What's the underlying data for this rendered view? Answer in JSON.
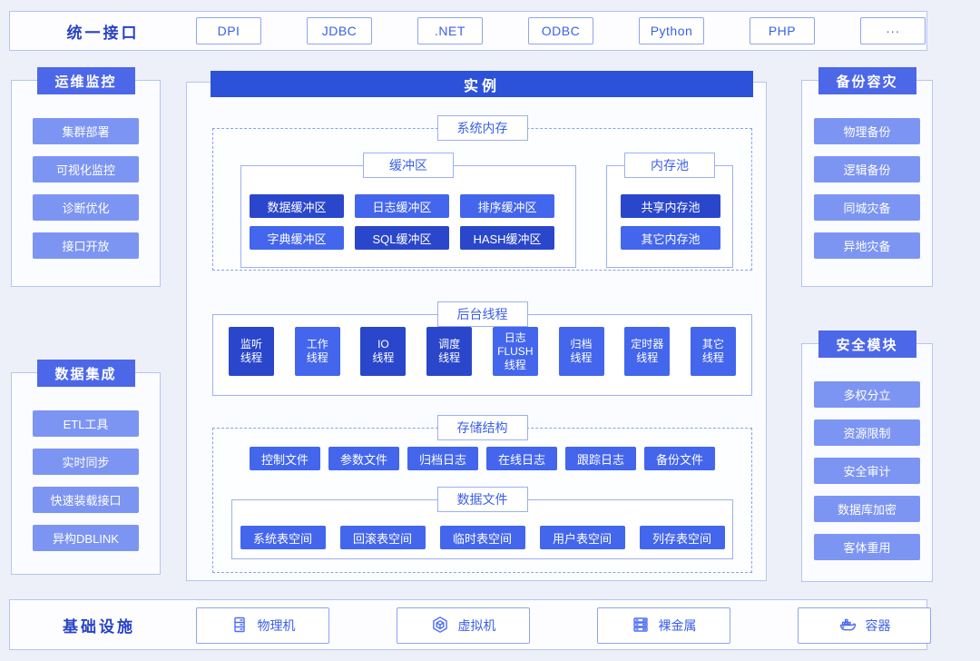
{
  "colors": {
    "bg": "#edf0f8",
    "bar-bg": "#fdfdff",
    "panel-bg": "#fbfcff",
    "panel-border": "#b7c4f1",
    "outline-border": "#8fa4ef",
    "blue-text": "#3b5fe8",
    "title-text": "#2743c4",
    "tab-bg": "#4c68e8",
    "instance-bg": "#2b52d8",
    "item-light": "#7d95f2",
    "block-mid": "#4366ec",
    "block-dark": "#2a47cb",
    "dashed-border": "#8aa0f0",
    "label-border": "#9db0f0"
  },
  "top_bar": {
    "title": "统一接口",
    "buttons": [
      "DPI",
      "JDBC",
      ".NET",
      "ODBC",
      "Python",
      "PHP",
      "···"
    ]
  },
  "panels": {
    "ops": {
      "title": "运维监控",
      "items": [
        "集群部署",
        "可视化监控",
        "诊断优化",
        "接口开放"
      ]
    },
    "integration": {
      "title": "数据集成",
      "items": [
        "ETL工具",
        "实时同步",
        "快速装载接口",
        "异构DBLINK"
      ]
    },
    "backup": {
      "title": "备份容灾",
      "items": [
        "物理备份",
        "逻辑备份",
        "同城灾备",
        "异地灾备"
      ]
    },
    "security": {
      "title": "安全模块",
      "items": [
        "多权分立",
        "资源限制",
        "安全审计",
        "数据库加密",
        "客体重用"
      ]
    }
  },
  "instance": {
    "title": "实例",
    "system_memory": {
      "label": "系统内存",
      "buffer": {
        "label": "缓冲区",
        "blocks": [
          {
            "label": "数据缓冲区",
            "tone": "dark"
          },
          {
            "label": "日志缓冲区",
            "tone": "mid"
          },
          {
            "label": "排序缓冲区",
            "tone": "mid"
          },
          {
            "label": "字典缓冲区",
            "tone": "mid"
          },
          {
            "label": "SQL缓冲区",
            "tone": "dark"
          },
          {
            "label": "HASH缓冲区",
            "tone": "dark"
          }
        ]
      },
      "memory_pool": {
        "label": "内存池",
        "blocks": [
          {
            "label": "共享内存池",
            "tone": "dark"
          },
          {
            "label": "其它内存池",
            "tone": "mid"
          }
        ]
      }
    },
    "threads": {
      "label": "后台线程",
      "blocks": [
        {
          "label": "监听\n线程",
          "tone": "dark"
        },
        {
          "label": "工作\n线程",
          "tone": "mid"
        },
        {
          "label": "IO\n线程",
          "tone": "dark"
        },
        {
          "label": "调度\n线程",
          "tone": "dark"
        },
        {
          "label": "日志\nFLUSH\n线程",
          "tone": "mid"
        },
        {
          "label": "归档\n线程",
          "tone": "mid"
        },
        {
          "label": "定时器\n线程",
          "tone": "mid"
        },
        {
          "label": "其它\n线程",
          "tone": "mid"
        }
      ]
    },
    "storage": {
      "label": "存储结构",
      "files": [
        "控制文件",
        "参数文件",
        "归档日志",
        "在线日志",
        "跟踪日志",
        "备份文件"
      ],
      "data_files": {
        "label": "数据文件",
        "blocks": [
          "系统表空间",
          "回滚表空间",
          "临时表空间",
          "用户表空间",
          "列存表空间"
        ]
      }
    }
  },
  "infrastructure": {
    "title": "基础设施",
    "items": [
      {
        "label": "物理机",
        "icon": "physical-server-icon"
      },
      {
        "label": "虚拟机",
        "icon": "virtual-machine-icon"
      },
      {
        "label": "裸金属",
        "icon": "bare-metal-icon"
      },
      {
        "label": "容器",
        "icon": "container-whale-icon"
      }
    ]
  }
}
